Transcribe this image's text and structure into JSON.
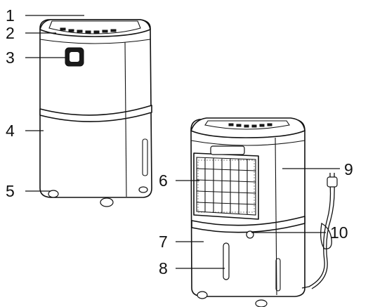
{
  "callouts": [
    {
      "id": "1",
      "label": "1"
    },
    {
      "id": "2",
      "label": "2"
    },
    {
      "id": "3",
      "label": "3"
    },
    {
      "id": "4",
      "label": "4"
    },
    {
      "id": "5",
      "label": "5"
    },
    {
      "id": "6",
      "label": "6"
    },
    {
      "id": "7",
      "label": "7"
    },
    {
      "id": "8",
      "label": "8"
    },
    {
      "id": "9",
      "label": "9"
    },
    {
      "id": "10",
      "label": "10"
    }
  ],
  "colors": {
    "line": "#111111",
    "background": "#ffffff"
  }
}
